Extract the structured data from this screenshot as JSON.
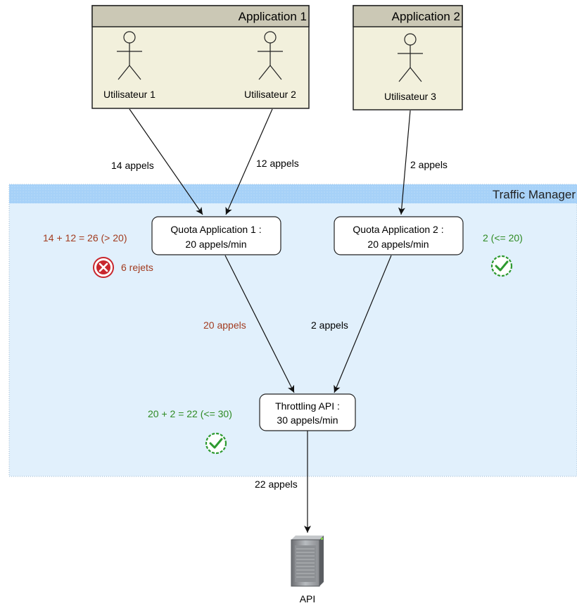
{
  "colors": {
    "app_box_fill": "#f2f0dc",
    "app_box_header": "#cbc8b5",
    "traffic_fill": "#e1f0fc",
    "traffic_header": "#a6d1f8",
    "reject_text": "#a23b1f",
    "ok_text": "#2e8b23",
    "reject_icon": "#c8262d",
    "ok_icon": "#2e9a2f"
  },
  "applications": [
    {
      "title": "Application 1",
      "users": [
        "Utilisateur 1",
        "Utilisateur 2"
      ]
    },
    {
      "title": "Application 2",
      "users": [
        "Utilisateur 3"
      ]
    }
  ],
  "traffic_manager": {
    "title": "Traffic Manager"
  },
  "quotas": [
    {
      "line1": "Quota Application 1 :",
      "line2": "20 appels/min"
    },
    {
      "line1": "Quota Application 2 :",
      "line2": "20 appels/min"
    }
  ],
  "throttling": {
    "line1": "Throttling API :",
    "line2": "30 appels/min"
  },
  "edges": {
    "user1_to_quota1": "14 appels",
    "user2_to_quota1": "12 appels",
    "user3_to_quota2": "2 appels",
    "quota1_to_throttle": "20 appels",
    "quota2_to_throttle": "2 appels",
    "throttle_to_api": "22 appels"
  },
  "annotations": {
    "quota1_calc": "14 + 12 = 26 (> 20)",
    "quota1_rejects": "6 rejets",
    "quota2_calc": "2 (<= 20)",
    "throttle_calc": "20 + 2 = 22 (<= 30)"
  },
  "api": {
    "label": "API",
    "icon": "server-icon"
  }
}
